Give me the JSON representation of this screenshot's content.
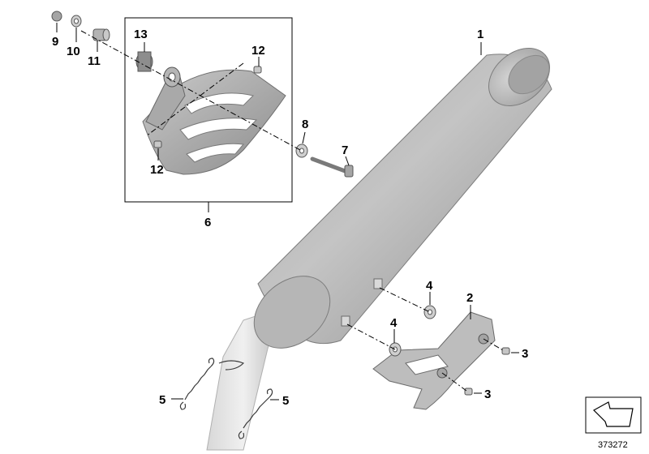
{
  "callouts": {
    "c1": "1",
    "c2": "2",
    "c3a": "3",
    "c3b": "3",
    "c4a": "4",
    "c4b": "4",
    "c5a": "5",
    "c5b": "5",
    "c6": "6",
    "c7": "7",
    "c8": "8",
    "c9": "9",
    "c10": "10",
    "c11": "11",
    "c12a": "12",
    "c12b": "12",
    "c13": "13"
  },
  "reference_number": "373272",
  "colors": {
    "part_fill": "#b9b9b9",
    "part_shadow": "#8e8e8e",
    "part_highlight": "#e6e6e6",
    "ink": "#000000"
  },
  "icons": [
    "muffler",
    "heat-shield",
    "bracket",
    "spring",
    "bolt",
    "washer",
    "bushing",
    "screw",
    "stamp-arrow-icon"
  ]
}
